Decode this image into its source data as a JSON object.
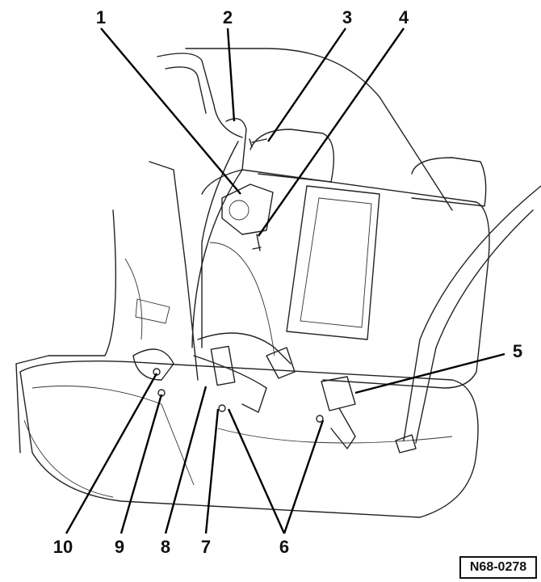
{
  "figure": {
    "reference_code": "N68-0278",
    "callouts": [
      "1",
      "2",
      "3",
      "4",
      "5",
      "6",
      "7",
      "8",
      "9",
      "10"
    ]
  }
}
